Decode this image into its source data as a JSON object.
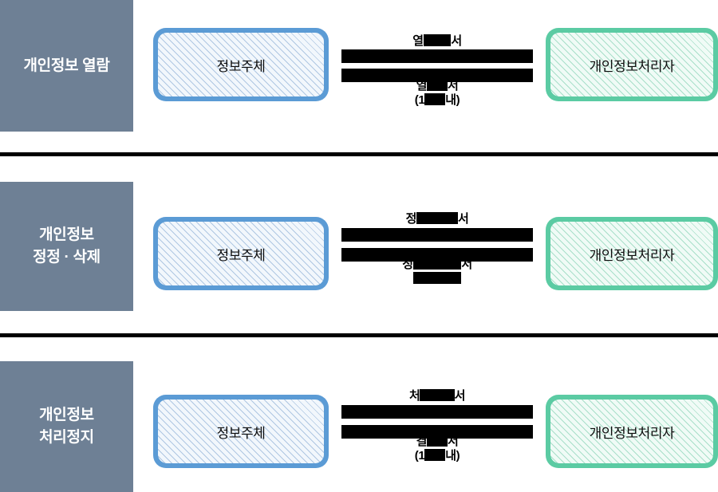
{
  "sections": [
    {
      "category": "개인정보 열람",
      "subject_node": "정보주체",
      "processor_node": "개인정보처리자",
      "top_label": {
        "prefix": "열",
        "redacted": "■■■■",
        "suffix": "서"
      },
      "bottom_label": {
        "line1": {
          "prefix": "열",
          "redacted": "■■■",
          "suffix": "서"
        },
        "line2": {
          "prefix": "(1",
          "redacted": "■■■",
          "suffix": "내)"
        }
      }
    },
    {
      "category": "개인정보\n정정 · 삭제",
      "subject_node": "정보주체",
      "processor_node": "개인정보처리자",
      "top_label": {
        "prefix": "정",
        "redacted": "■■■■■■",
        "suffix": "서"
      },
      "bottom_label": {
        "line1": {
          "prefix": "정",
          "redacted": "■■■■■■■",
          "suffix": "서"
        },
        "line2": {
          "prefix": "",
          "redacted": "■■■■■■■",
          "suffix": ""
        }
      }
    },
    {
      "category": "개인정보\n처리정지",
      "subject_node": "정보주체",
      "processor_node": "개인정보처리자",
      "top_label": {
        "prefix": "처",
        "redacted": "■■■■■",
        "suffix": "서"
      },
      "bottom_label": {
        "line1": {
          "prefix": "결",
          "redacted": "■■■",
          "suffix": "서"
        },
        "line2": {
          "prefix": "(1",
          "redacted": "■■■",
          "suffix": "내)"
        }
      }
    }
  ],
  "colors": {
    "category_bg": "#6E8095",
    "category_text": "#FFFFFF",
    "subject_border": "#5B9BD5",
    "subject_fill": "#F2F7FC",
    "processor_border": "#5BCBA3",
    "processor_fill": "#F0FBF6",
    "redaction": "#000000",
    "divider": "#000000"
  }
}
